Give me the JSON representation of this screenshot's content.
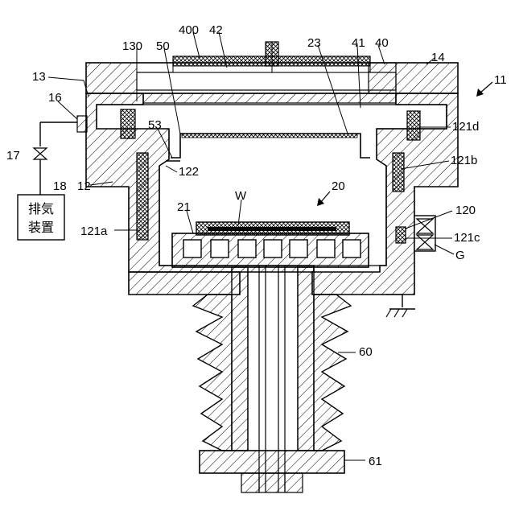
{
  "labels": {
    "l400": "400",
    "l42": "42",
    "l23": "23",
    "l41": "41",
    "l40": "40",
    "l14": "14",
    "l130": "130",
    "l50": "50",
    "l13": "13",
    "l16": "16",
    "l11": "11",
    "l121d": "121d",
    "l53": "53",
    "l17": "17",
    "l18": "18",
    "l121b": "121b",
    "l122": "122",
    "l12": "12",
    "l20": "20",
    "lW": "W",
    "l120": "120",
    "l21": "21",
    "l121a": "121a",
    "l121c": "121c",
    "lG": "G",
    "l60": "60",
    "l61": "61"
  },
  "exhaust_device": {
    "line1": "排気",
    "line2": "装置"
  }
}
